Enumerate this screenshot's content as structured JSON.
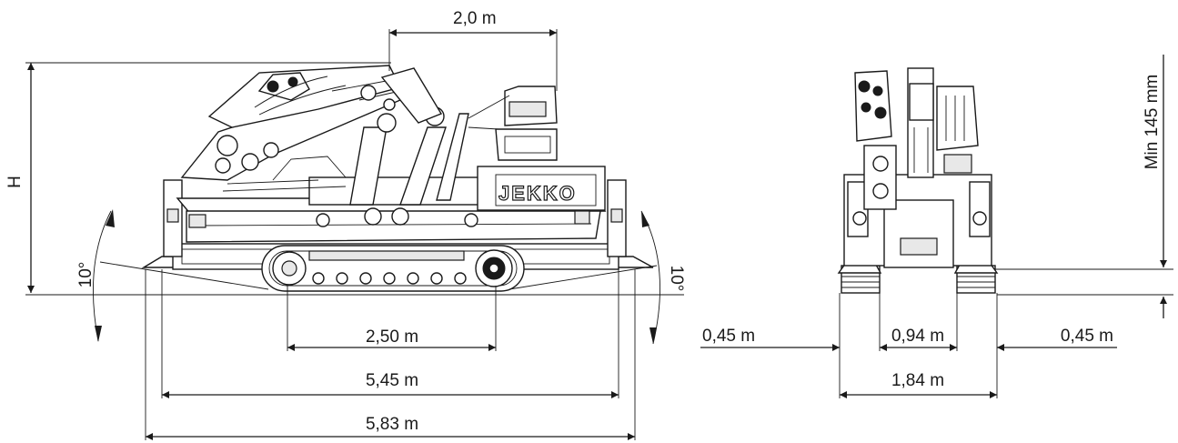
{
  "dimensions": {
    "boom_offset": "2,0 m",
    "height_label": "H",
    "slope_left": "10°",
    "slope_right": "10°",
    "track_length": "2,50 m",
    "outrigger_span_inner": "5,45 m",
    "outrigger_span_outer": "5,83 m",
    "ground_clearance": "Min 145 mm",
    "side_left": "0,45 m",
    "track_gap": "0,94 m",
    "side_right": "0,45 m",
    "overall_width": "1,84 m"
  },
  "brand": {
    "logo_text": "JEKKO"
  }
}
